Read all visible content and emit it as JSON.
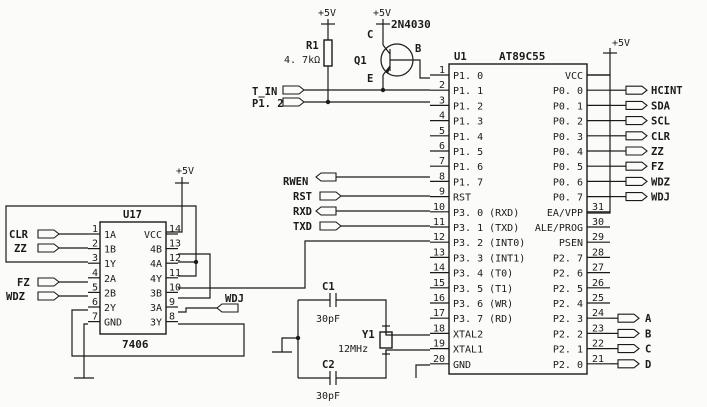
{
  "u1": {
    "ref": "U1",
    "part": "AT89C55",
    "left_pins": [
      {
        "num": "1",
        "name": "P1. 0"
      },
      {
        "num": "2",
        "name": "P1. 1"
      },
      {
        "num": "3",
        "name": "P1. 2"
      },
      {
        "num": "4",
        "name": "P1. 3"
      },
      {
        "num": "5",
        "name": "P1. 4"
      },
      {
        "num": "6",
        "name": "P1. 5"
      },
      {
        "num": "7",
        "name": "P1. 6"
      },
      {
        "num": "8",
        "name": "P1. 7"
      },
      {
        "num": "9",
        "name": "RST"
      },
      {
        "num": "10",
        "name": "P3. 0 (RXD)"
      },
      {
        "num": "11",
        "name": "P3. 1 (TXD)"
      },
      {
        "num": "12",
        "name": "P3. 2 (INT0)"
      },
      {
        "num": "13",
        "name": "P3. 3 (INT1)"
      },
      {
        "num": "14",
        "name": "P3. 4 (T0)"
      },
      {
        "num": "15",
        "name": "P3. 5 (T1)"
      },
      {
        "num": "16",
        "name": "P3. 6 (WR)"
      },
      {
        "num": "17",
        "name": "P3. 7 (RD)"
      },
      {
        "num": "18",
        "name": "XTAL2"
      },
      {
        "num": "19",
        "name": "XTAL1"
      },
      {
        "num": "20",
        "name": "GND"
      }
    ],
    "right_pins": [
      {
        "num": "",
        "name": "VCC"
      },
      {
        "num": "",
        "name": "P0. 0"
      },
      {
        "num": "",
        "name": "P0. 1"
      },
      {
        "num": "",
        "name": "P0. 2"
      },
      {
        "num": "",
        "name": "P0. 3"
      },
      {
        "num": "",
        "name": "P0. 4"
      },
      {
        "num": "",
        "name": "P0. 5"
      },
      {
        "num": "",
        "name": "P0. 6"
      },
      {
        "num": "",
        "name": "P0. 7"
      },
      {
        "num": "31",
        "name": "EA/VPP"
      },
      {
        "num": "30",
        "name": "ALE/PROG"
      },
      {
        "num": "29",
        "name": "PSEN"
      },
      {
        "num": "28",
        "name": "P2. 7"
      },
      {
        "num": "27",
        "name": "P2. 6"
      },
      {
        "num": "26",
        "name": "P2. 5"
      },
      {
        "num": "25",
        "name": "P2. 4"
      },
      {
        "num": "24",
        "name": "P2. 3"
      },
      {
        "num": "23",
        "name": "P2. 2"
      },
      {
        "num": "22",
        "name": "P2. 1"
      },
      {
        "num": "21",
        "name": "P2. 0"
      }
    ],
    "p0_nets": [
      "HCINT",
      "SDA",
      "SCL",
      "CLR",
      "ZZ",
      "FZ",
      "WDZ",
      "WDJ"
    ],
    "p2_nets": [
      "A",
      "B",
      "C",
      "D"
    ],
    "left_nets": [
      "T_IN",
      "P1. 2",
      "RWEN",
      "RST",
      "RXD",
      "TXD"
    ]
  },
  "u17": {
    "ref": "U17",
    "part": "7406",
    "left_pins": [
      {
        "num": "1",
        "name": "1A"
      },
      {
        "num": "2",
        "name": "1B"
      },
      {
        "num": "3",
        "name": "1Y"
      },
      {
        "num": "4",
        "name": "2A"
      },
      {
        "num": "5",
        "name": "2B"
      },
      {
        "num": "6",
        "name": "2Y"
      },
      {
        "num": "7",
        "name": "GND"
      }
    ],
    "right_pins": [
      {
        "num": "14",
        "name": "VCC"
      },
      {
        "num": "13",
        "name": "4B"
      },
      {
        "num": "12",
        "name": "4A"
      },
      {
        "num": "11",
        "name": "4Y"
      },
      {
        "num": "10",
        "name": "3B"
      },
      {
        "num": "9",
        "name": "3A"
      },
      {
        "num": "8",
        "name": "3Y"
      }
    ],
    "nets": [
      "CLR",
      "ZZ",
      "FZ",
      "WDZ",
      "WDJ"
    ]
  },
  "transistor": {
    "ref": "Q1",
    "part": "2N4030",
    "c": "C",
    "b": "B",
    "e": "E"
  },
  "resistor": {
    "ref": "R1",
    "value": "4. 7kΩ"
  },
  "crystal": {
    "ref": "Y1",
    "value": "12MHz"
  },
  "caps": [
    {
      "ref": "C1",
      "value": "30pF"
    },
    {
      "ref": "C2",
      "value": "30pF"
    }
  ],
  "power": "+5V"
}
